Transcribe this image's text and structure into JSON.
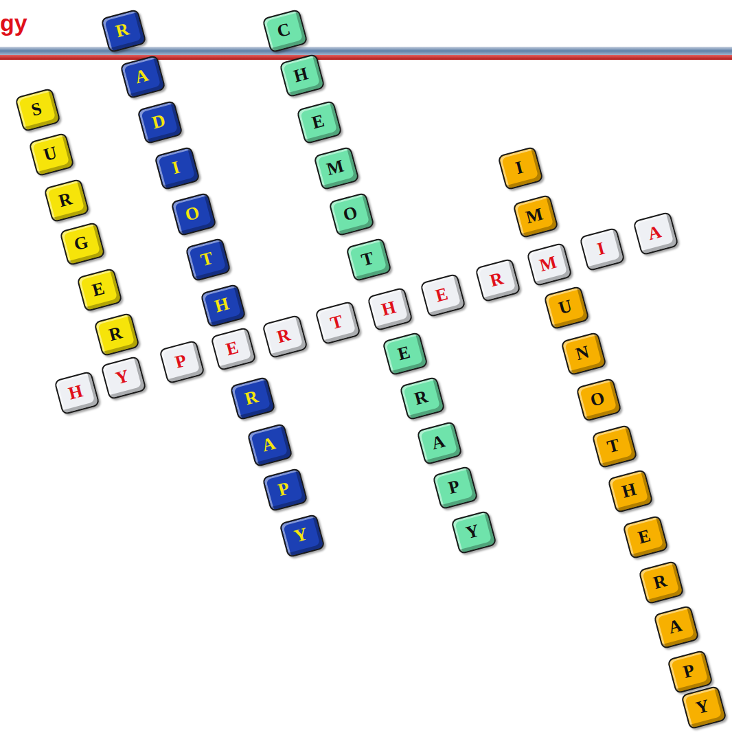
{
  "diagram": {
    "title": "gy",
    "nodes": [
      {
        "text": [
          "S"
        ]
      },
      {
        "text": [
          "U"
        ]
      },
      {
        "text": [
          "R"
        ]
      },
      {
        "text": [
          "G"
        ]
      },
      {
        "text": [
          "E"
        ]
      },
      {
        "text": [
          "R"
        ]
      },
      {
        "text": [
          "R"
        ]
      },
      {
        "text": [
          "A"
        ]
      },
      {
        "text": [
          "D"
        ]
      },
      {
        "text": [
          "I"
        ]
      },
      {
        "text": [
          "O"
        ]
      },
      {
        "text": [
          "T"
        ]
      },
      {
        "text": [
          "H"
        ]
      },
      {
        "text": [
          "H"
        ]
      },
      {
        "text": [
          "Y"
        ]
      },
      {
        "text": [
          "P"
        ]
      },
      {
        "text": [
          "E"
        ]
      },
      {
        "text": [
          "R"
        ]
      },
      {
        "text": [
          "T"
        ]
      },
      {
        "text": [
          "H"
        ]
      },
      {
        "text": [
          "E"
        ]
      },
      {
        "text": [
          "R"
        ]
      },
      {
        "text": [
          "M"
        ]
      },
      {
        "text": [
          "I"
        ]
      },
      {
        "text": [
          "A"
        ]
      },
      {
        "text": [
          "R"
        ]
      },
      {
        "text": [
          "A"
        ]
      },
      {
        "text": [
          "P"
        ]
      },
      {
        "text": [
          "Y"
        ]
      },
      {
        "text": [
          "C"
        ]
      },
      {
        "text": [
          "H"
        ]
      },
      {
        "text": [
          "E"
        ]
      },
      {
        "text": [
          "M"
        ]
      },
      {
        "text": [
          "O"
        ]
      },
      {
        "text": [
          "T"
        ]
      },
      {
        "text": [
          "E"
        ]
      },
      {
        "text": [
          "R"
        ]
      },
      {
        "text": [
          "A"
        ]
      },
      {
        "text": [
          "P"
        ]
      },
      {
        "text": [
          "Y"
        ]
      },
      {
        "text": [
          "I"
        ]
      },
      {
        "text": [
          "M"
        ]
      },
      {
        "text": [
          "U"
        ]
      },
      {
        "text": [
          "N"
        ]
      },
      {
        "text": [
          "O"
        ]
      },
      {
        "text": [
          "T"
        ]
      },
      {
        "text": [
          "H"
        ]
      },
      {
        "text": [
          "E"
        ]
      },
      {
        "text": [
          "R"
        ]
      },
      {
        "text": [
          "A"
        ]
      },
      {
        "text": [
          "P"
        ]
      },
      {
        "text": [
          "Y"
        ]
      }
    ]
  }
}
